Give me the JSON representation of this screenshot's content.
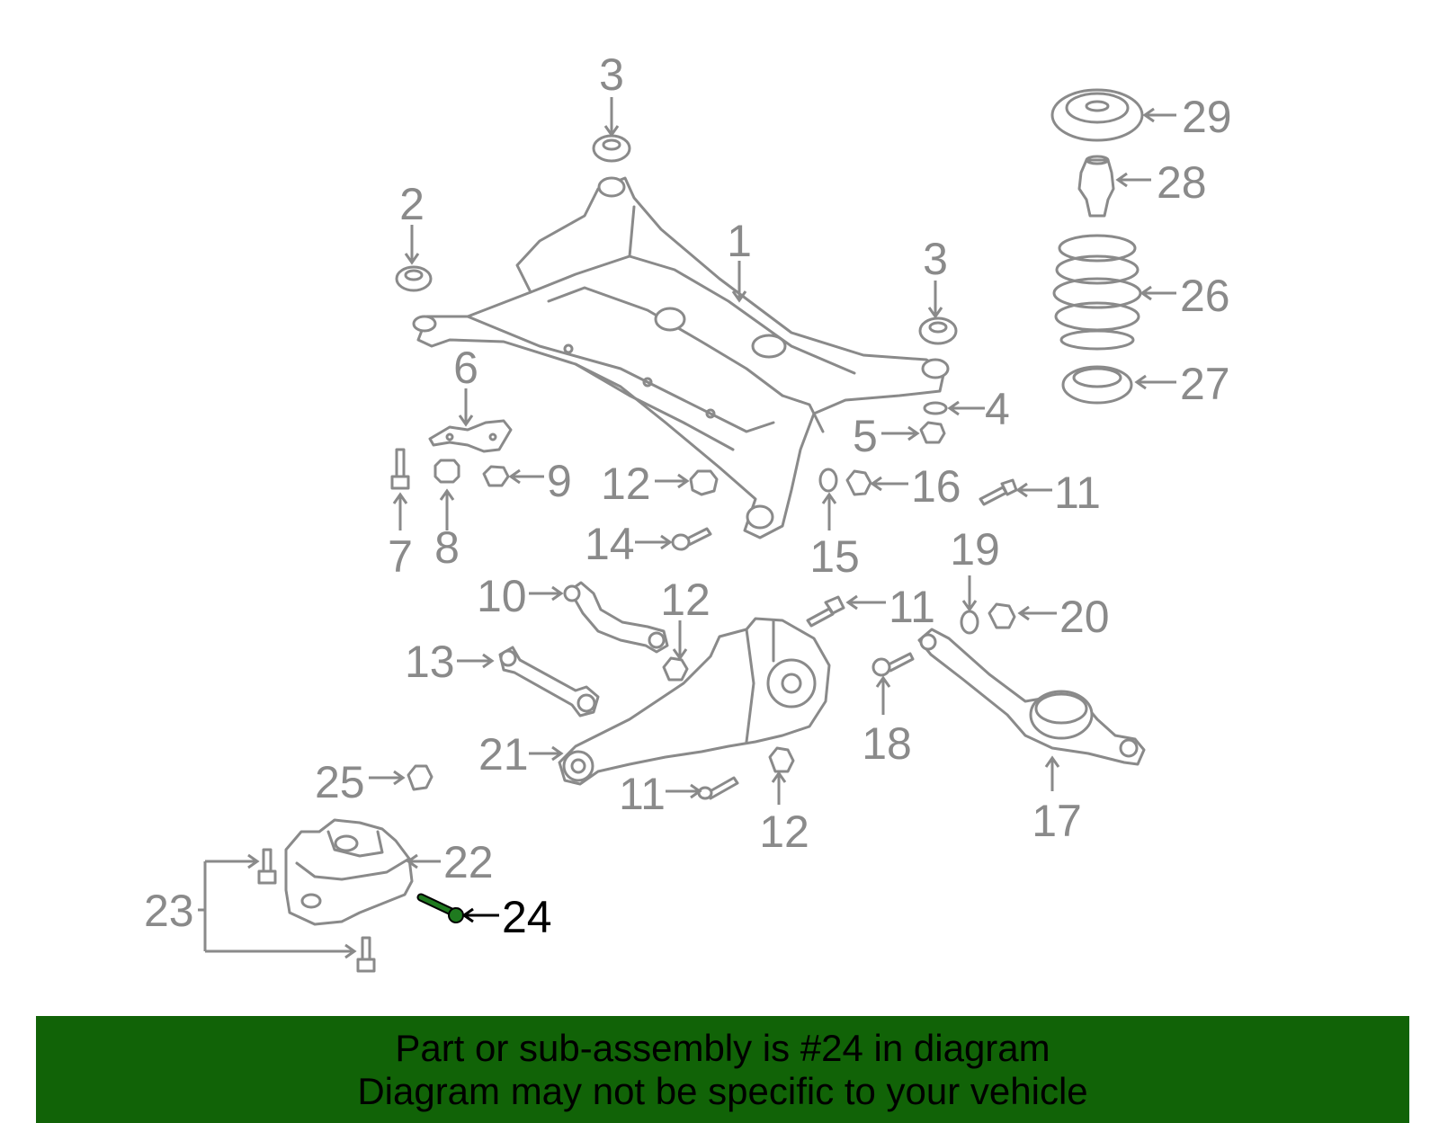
{
  "diagram": {
    "callouts": [
      {
        "id": "1",
        "label": "1"
      },
      {
        "id": "2",
        "label": "2"
      },
      {
        "id": "3a",
        "label": "3"
      },
      {
        "id": "3b",
        "label": "3"
      },
      {
        "id": "4",
        "label": "4"
      },
      {
        "id": "5",
        "label": "5"
      },
      {
        "id": "6",
        "label": "6"
      },
      {
        "id": "7",
        "label": "7"
      },
      {
        "id": "8",
        "label": "8"
      },
      {
        "id": "9",
        "label": "9"
      },
      {
        "id": "10",
        "label": "10"
      },
      {
        "id": "11a",
        "label": "11"
      },
      {
        "id": "11b",
        "label": "11"
      },
      {
        "id": "11c",
        "label": "11"
      },
      {
        "id": "12a",
        "label": "12"
      },
      {
        "id": "12b",
        "label": "12"
      },
      {
        "id": "12c",
        "label": "12"
      },
      {
        "id": "13",
        "label": "13"
      },
      {
        "id": "14",
        "label": "14"
      },
      {
        "id": "15",
        "label": "15"
      },
      {
        "id": "16",
        "label": "16"
      },
      {
        "id": "17",
        "label": "17"
      },
      {
        "id": "18",
        "label": "18"
      },
      {
        "id": "19",
        "label": "19"
      },
      {
        "id": "20",
        "label": "20"
      },
      {
        "id": "21",
        "label": "21"
      },
      {
        "id": "22",
        "label": "22"
      },
      {
        "id": "23",
        "label": "23"
      },
      {
        "id": "24",
        "label": "24"
      },
      {
        "id": "25",
        "label": "25"
      },
      {
        "id": "26",
        "label": "26"
      },
      {
        "id": "27",
        "label": "27"
      },
      {
        "id": "28",
        "label": "28"
      },
      {
        "id": "29",
        "label": "29"
      }
    ],
    "highlighted_part": "24",
    "colors": {
      "part_line": "#8a8a8a",
      "highlight_label": "#000000",
      "highlight_part": "#1f7a1f",
      "banner_background": "#116307"
    }
  },
  "banner": {
    "line1": "Part or sub-assembly is #24 in diagram",
    "line2": "Diagram may not be specific to your vehicle"
  }
}
